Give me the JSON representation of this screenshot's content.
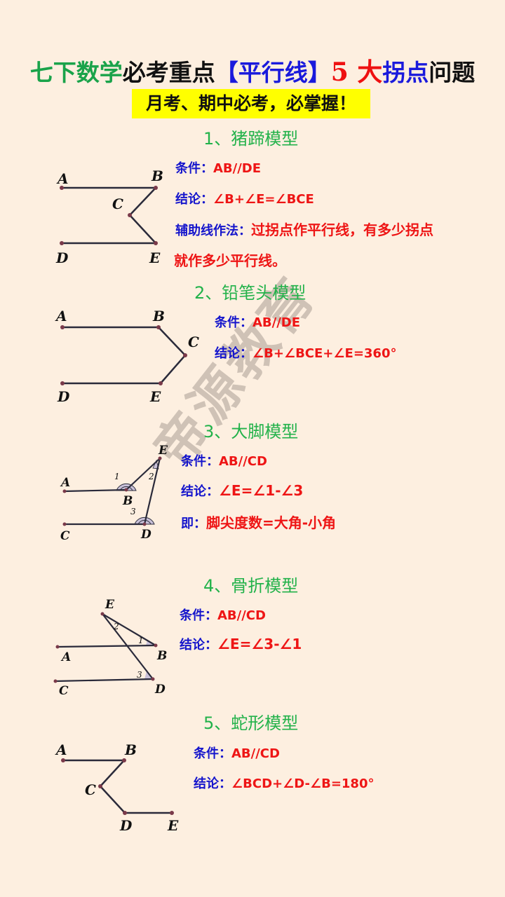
{
  "header": {
    "title_parts": [
      {
        "text": "七下数学",
        "color": "#1aa34a"
      },
      {
        "text": "必考重点",
        "color": "#111111"
      },
      {
        "text": "【平行线】",
        "color": "#1a1adc"
      },
      {
        "text": "5 大",
        "color": "#ee1111"
      },
      {
        "text": "拐点",
        "color": "#1a1adc"
      },
      {
        "text": "问题",
        "color": "#111111"
      }
    ],
    "subtitle": "月考、期中必考，必掌握！"
  },
  "watermark": "帝源教育",
  "sections": [
    {
      "title": "1、猪蹄模型",
      "labels": {
        "A": "A",
        "B": "B",
        "C": "C",
        "D": "D",
        "E": "E"
      },
      "condition_label": "条件：",
      "condition": "AB//DE",
      "conclusion_label": "结论：",
      "conclusion": "∠B+∠E=∠BCE",
      "method_label": "辅助线作法：",
      "method": "过拐点作平行线，有多少拐点",
      "method_cont": "就作多少平行线。"
    },
    {
      "title": "2、铅笔头模型",
      "labels": {
        "A": "A",
        "B": "B",
        "C": "C",
        "D": "D",
        "E": "E"
      },
      "condition_label": "条件：",
      "condition": "AB//DE",
      "conclusion_label": "结论：",
      "conclusion": "∠B+∠BCE+∠E=360°"
    },
    {
      "title": "3、大脚模型",
      "labels": {
        "A": "A",
        "B": "B",
        "C": "C",
        "D": "D",
        "E": "E",
        "a1": "1",
        "a2": "2",
        "a3": "3"
      },
      "condition_label": "条件：",
      "condition": "AB//CD",
      "conclusion_label": "结论：",
      "conclusion": "∠E=∠1-∠3",
      "extra_label": "即：",
      "extra": "脚尖度数=大角-小角"
    },
    {
      "title": "4、骨折模型",
      "labels": {
        "A": "A",
        "B": "B",
        "C": "C",
        "D": "D",
        "E": "E",
        "a1": "1",
        "a2": "2",
        "a3": "3"
      },
      "condition_label": "条件：",
      "condition": "AB//CD",
      "conclusion_label": "结论：",
      "conclusion": "∠E=∠3-∠1"
    },
    {
      "title": "5、蛇形模型",
      "labels": {
        "A": "A",
        "B": "B",
        "C": "C",
        "D": "D",
        "E": "E"
      },
      "condition_label": "条件：",
      "condition": "AB//CD",
      "conclusion_label": "结论：",
      "conclusion": "∠BCD+∠D-∠B=180°"
    }
  ]
}
